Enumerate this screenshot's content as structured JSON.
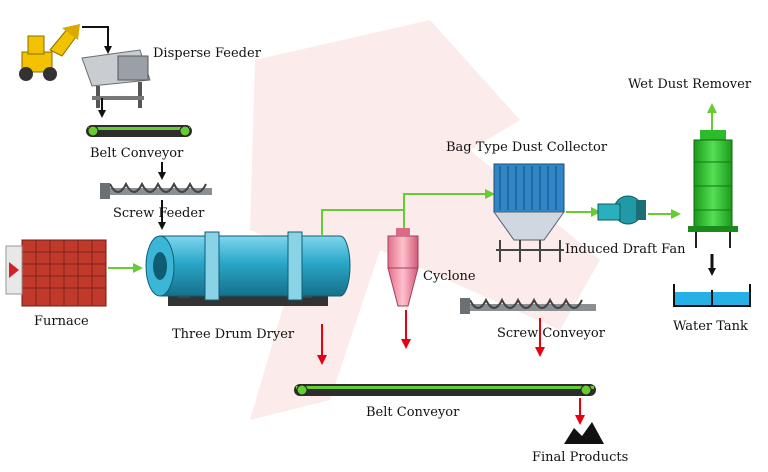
{
  "labels": {
    "disperse_feeder": "Disperse Feeder",
    "belt_conveyor_top": "Belt Conveyor",
    "screw_feeder": "Screw Feeder",
    "furnace": "Furnace",
    "three_drum_dryer": "Three Drum Dryer",
    "cyclone": "Cyclone",
    "bag_type_dust_collector": "Bag Type Dust Collector",
    "induced_draft_fan": "Induced Draft Fan",
    "wet_dust_remover": "Wet Dust Remover",
    "water_tank": "Water Tank",
    "screw_conveyor": "Screw Conveyor",
    "belt_conveyor_bottom": "Belt Conveyor",
    "final_products": "Final Products"
  },
  "colors": {
    "flow_black": "#111111",
    "flow_green": "#66cc33",
    "flow_red": "#e60012",
    "drum_blue": "#2aa7c9",
    "tower_green": "#33cc33",
    "collector_blue": "#2f86c6",
    "furnace_red": "#c0392b",
    "watermark": "#f3c6c6"
  },
  "icons": [
    "loader-icon",
    "disperse-feeder-icon",
    "belt-conveyor-icon",
    "screw-feeder-icon",
    "furnace-icon",
    "drum-dryer-icon",
    "cyclone-icon",
    "dust-collector-icon",
    "draft-fan-icon",
    "wet-scrubber-icon",
    "water-tank-icon",
    "screw-conveyor-icon",
    "final-products-icon"
  ]
}
